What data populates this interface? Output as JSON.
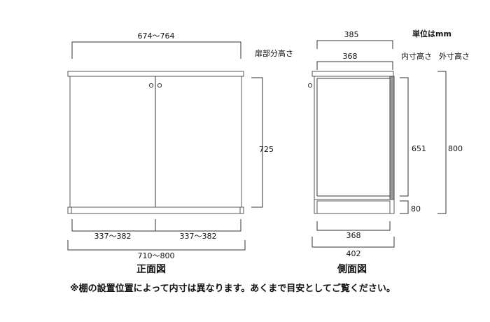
{
  "unit_label": "単位はmm",
  "front_view": {
    "caption": "正面図",
    "top_width": "674～764",
    "overall_width": "710～800",
    "left_door_width": "337～382",
    "right_door_width": "337～382",
    "door_height_header": "扉部分高さ",
    "door_height": "725"
  },
  "side_view": {
    "caption": "側面図",
    "top_depth": "385",
    "inner_depth": "368",
    "inner_height_header": "内寸高さ",
    "outer_height_header": "外寸高さ",
    "inner_height": "651",
    "base_height": "80",
    "outer_height": "800",
    "bottom_inner_depth": "368",
    "bottom_overall_depth": "402"
  },
  "note": "※棚の設置位置によって内寸は異なります。あくまで目安としてご覧ください。"
}
